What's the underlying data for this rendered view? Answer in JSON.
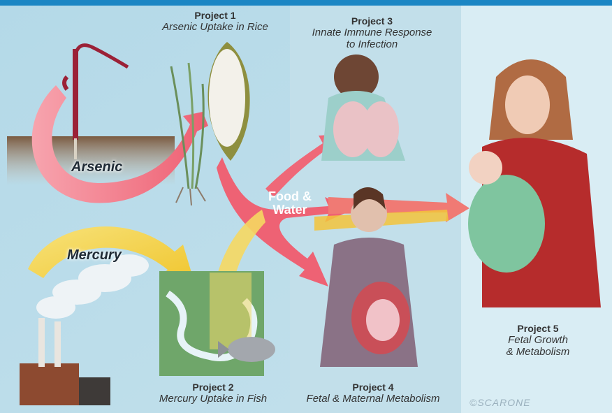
{
  "projects": {
    "p1": {
      "title": "Project 1",
      "subtitle": "Arsenic Uptake in Rice"
    },
    "p2": {
      "title": "Project 2",
      "subtitle": "Mercury Uptake in Fish"
    },
    "p3": {
      "title": "Project 3",
      "subtitle_line1": "Innate Immune Response",
      "subtitle_line2": "to Infection"
    },
    "p4": {
      "title": "Project 4",
      "subtitle": "Fetal & Maternal Metabolism"
    },
    "p5": {
      "title": "Project 5",
      "subtitle_line1": "Fetal Growth",
      "subtitle_line2": "& Metabolism"
    }
  },
  "labels": {
    "arsenic": "Arsenic",
    "mercury": "Mercury",
    "food_line1": "Food &",
    "food_line2": "Water",
    "signature": "©SCARONE"
  },
  "colors": {
    "panel_left": "#b9dce9",
    "panel_right": "#d8ecf3",
    "arsenic_arrow": "#ef6a7a",
    "mercury_arrow": "#f2d23a",
    "top_bar": "#1b86c4"
  }
}
